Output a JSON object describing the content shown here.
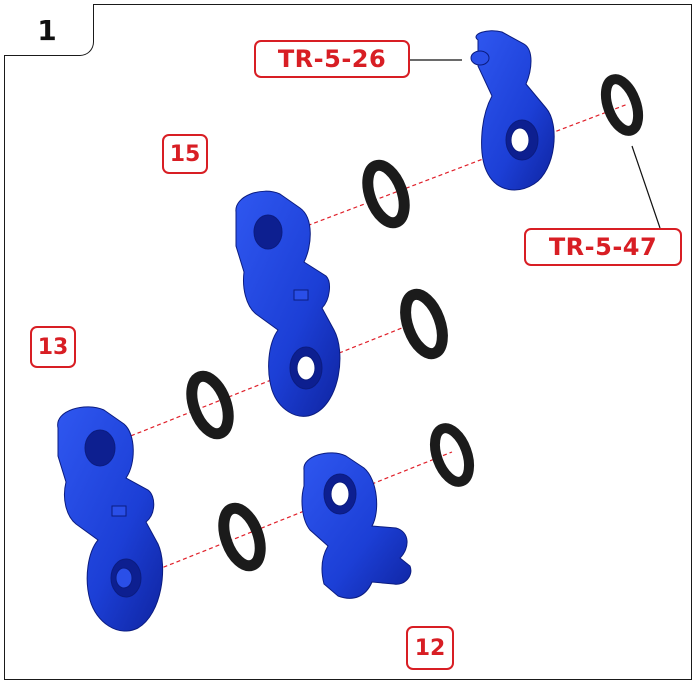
{
  "step": {
    "number": "1"
  },
  "callouts": {
    "part_top": "TR-5-26",
    "part_washer": "TR-5-47",
    "label_15": "15",
    "label_13": "13",
    "label_12": "12"
  },
  "colors": {
    "part_blue": "#1c3fd6",
    "part_blue_dark": "#0f24a0",
    "washer": "#1b1b1b",
    "callout_red": "#d81e24",
    "axis_line": "#e0202a"
  }
}
